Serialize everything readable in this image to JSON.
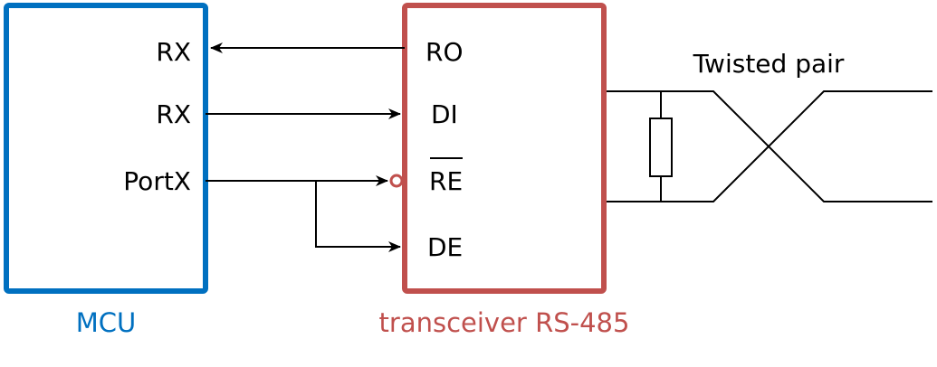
{
  "mcu": {
    "caption": "MCU",
    "color": "#0070C0",
    "pins": [
      "RX",
      "RX",
      "PortX"
    ]
  },
  "transceiver": {
    "caption": "transceiver RS-485",
    "color": "#C0504D",
    "pins": [
      "RO",
      "DI",
      "RE",
      "DE"
    ],
    "inverted_pin": "RE"
  },
  "line": {
    "label": "Twisted pair"
  },
  "connections": [
    {
      "from": "RO",
      "to": "RX",
      "direction": "to-mcu"
    },
    {
      "from": "RX",
      "to": "DI",
      "direction": "to-transceiver"
    },
    {
      "from": "PortX",
      "to": "RE",
      "direction": "to-transceiver"
    },
    {
      "from": "PortX",
      "to": "DE",
      "direction": "to-transceiver"
    }
  ]
}
